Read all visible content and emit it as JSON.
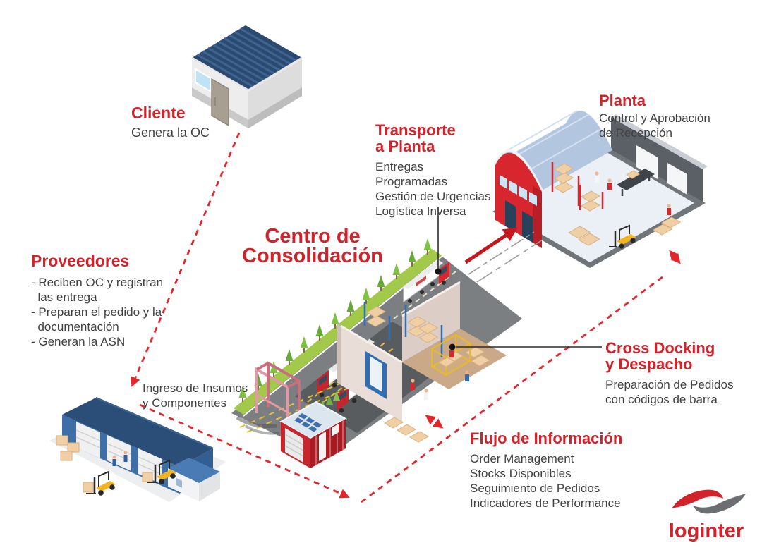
{
  "title": {
    "line1": "Centro de",
    "line2": "Consolidación"
  },
  "nodes": {
    "cliente": {
      "title": "Cliente",
      "subtitle": "Genera la OC"
    },
    "proveedores": {
      "title": "Proveedores",
      "items": [
        "- Reciben OC y registran\n  las entrega",
        "- Preparan el pedido y la\n  documentación",
        "- Generan la ASN"
      ]
    },
    "ingreso": {
      "lines": [
        "Ingreso de Insumos",
        "y Componentes"
      ]
    },
    "transporte": {
      "title_lines": [
        "Transporte",
        "a Planta"
      ],
      "items": [
        "Entregas",
        "Programadas",
        "Gestión de Urgencias",
        "Logística Inversa"
      ]
    },
    "planta": {
      "title": "Planta",
      "lines": [
        "Control y Aprobación",
        "de Recepción"
      ]
    },
    "cross_docking": {
      "title_lines": [
        "Cross Docking",
        "y Despacho"
      ],
      "lines": [
        "Preparación de Pedidos",
        "con códigos de barra"
      ]
    },
    "flujo": {
      "title": "Flujo de Información",
      "items": [
        "Order Management",
        "Stocks Disponibles",
        "Seguimiento de Pedidos",
        "Indicadores de Performance"
      ]
    }
  },
  "logo": {
    "text": "loginter"
  },
  "colors": {
    "accent_red": "#d2232a",
    "dashed_red": "#e2262b",
    "solid_arrow_red": "#c8161d",
    "text_dark": "#414042",
    "platform_gray": "#7c7f82",
    "dock_gray": "#595c5f",
    "roof_navy": "#2b4a70",
    "warehouse_blue": "#3d6fa6",
    "planta_red": "#d8262e",
    "box_tan": "#efcfa3",
    "forklift_yellow": "#f2b31d",
    "tree_green": "#7fc241",
    "logo_gray": "#6d6e71"
  }
}
